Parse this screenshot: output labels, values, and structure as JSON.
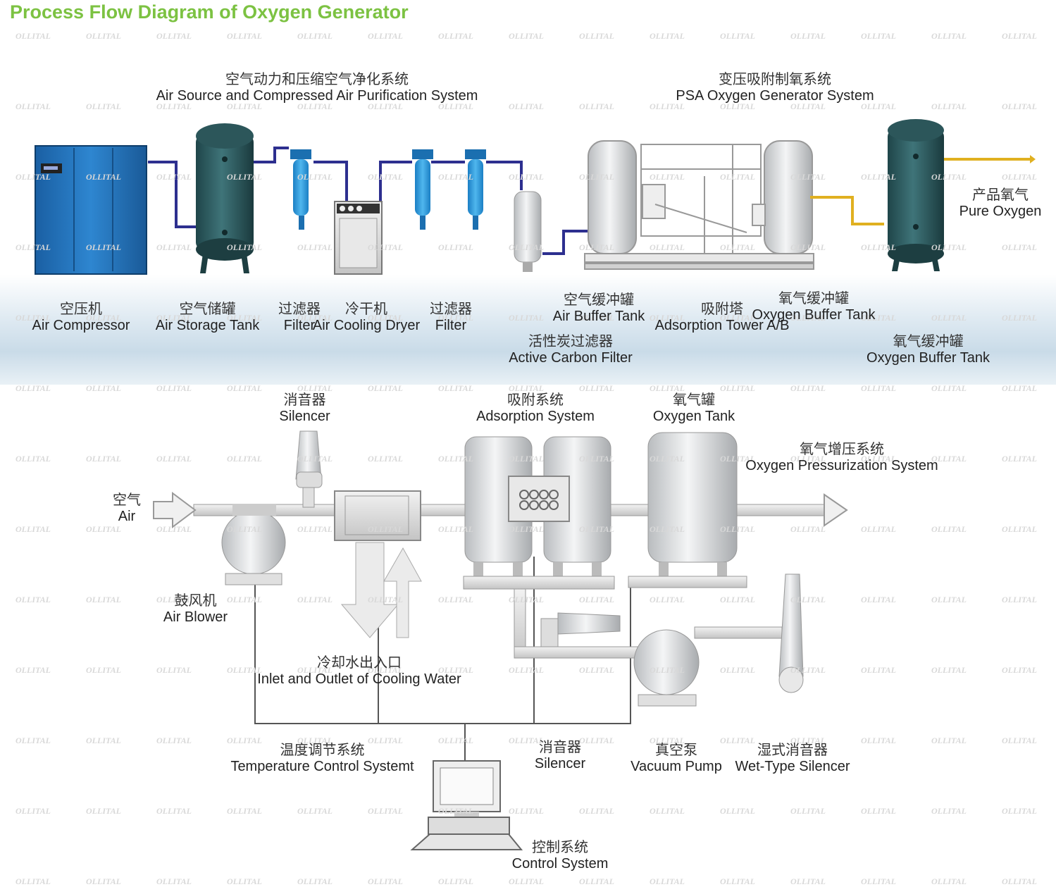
{
  "title": "Process Flow Diagram of Oxygen Generator",
  "watermark": "OLLITAL",
  "top_section": {
    "air_system": {
      "cn": "空气动力和压缩空气净化系统",
      "en": "Air Source and Compressed Air Purification System"
    },
    "psa_system": {
      "cn": "变压吸附制氧系统",
      "en": "PSA Oxygen Generator System"
    },
    "pure_oxygen": {
      "cn": "产品氧气",
      "en": "Pure Oxygen"
    },
    "air_compressor": {
      "cn": "空压机",
      "en": "Air Compressor"
    },
    "air_storage_tank": {
      "cn": "空气储罐",
      "en": "Air Storage Tank"
    },
    "filter_1": {
      "cn": "过滤器",
      "en": "Filter"
    },
    "air_cooling_dryer": {
      "cn": "冷干机",
      "en": "Air Cooling Dryer"
    },
    "filter_2": {
      "cn": "过滤器",
      "en": "Filter"
    },
    "air_buffer_tank": {
      "cn": "空气缓冲罐",
      "en": "Air Buffer Tank"
    },
    "adsorption_tower": {
      "cn": "吸附塔",
      "en": "Adsorption Tower A/B"
    },
    "oxygen_buffer_tank_1": {
      "cn": "氧气缓冲罐",
      "en": "Oxygen Buffer Tank"
    },
    "active_carbon_filter": {
      "cn": "活性炭过滤器",
      "en": "Active Carbon Filter"
    },
    "oxygen_buffer_tank_2": {
      "cn": "氧气缓冲罐",
      "en": "Oxygen Buffer Tank"
    }
  },
  "bottom_section": {
    "silencer_top": {
      "cn": "消音器",
      "en": "Silencer"
    },
    "adsorption_system": {
      "cn": "吸附系统",
      "en": "Adsorption System"
    },
    "oxygen_tank": {
      "cn": "氧气罐",
      "en": "Oxygen Tank"
    },
    "oxygen_pressurization": {
      "cn": "氧气增压系统",
      "en": "Oxygen Pressurization System"
    },
    "air": {
      "cn": "空气",
      "en": "Air"
    },
    "air_blower": {
      "cn": "鼓风机",
      "en": "Air Blower"
    },
    "cooling_water": {
      "cn": "冷却水出入口",
      "en": "Inlet and Outlet of Cooling Water"
    },
    "temperature_control": {
      "cn": "温度调节系统",
      "en": "Temperature Control Systemt"
    },
    "silencer_bottom": {
      "cn": "消音器",
      "en": "Silencer"
    },
    "vacuum_pump": {
      "cn": "真空泵",
      "en": "Vacuum Pump"
    },
    "wet_silencer": {
      "cn": "湿式消音器",
      "en": "Wet-Type Silencer"
    },
    "control_system": {
      "cn": "控制系统",
      "en": "Control System"
    }
  },
  "colors": {
    "title": "#7cc242",
    "pipe_air": "#2d2f8f",
    "pipe_oxygen": "#e0b020",
    "equipment_blue": "#1f6fb5",
    "tank_teal": "#2f5d62"
  }
}
